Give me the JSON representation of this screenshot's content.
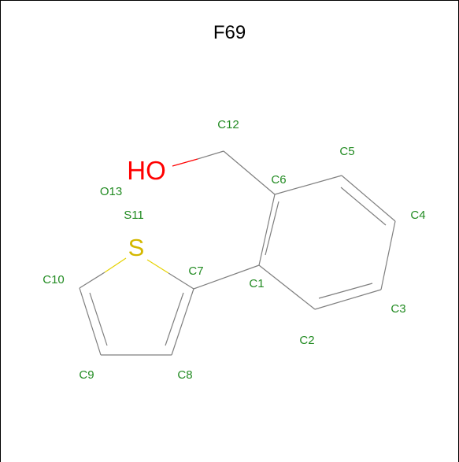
{
  "title": "F69",
  "colors": {
    "bond": "#7f7f7f",
    "index_label": "#228b22",
    "oxygen": "#ff0000",
    "sulfur": "#d4b800",
    "title": "#000000"
  },
  "atom_symbols": {
    "O": "HO",
    "S": "S"
  },
  "atom_indices": {
    "C1": "C1",
    "C2": "C2",
    "C3": "C3",
    "C4": "C4",
    "C5": "C5",
    "C6": "C6",
    "C7": "C7",
    "C8": "C8",
    "C9": "C9",
    "C10": "C10",
    "S11": "S11",
    "C12": "C12",
    "O13": "O13"
  }
}
